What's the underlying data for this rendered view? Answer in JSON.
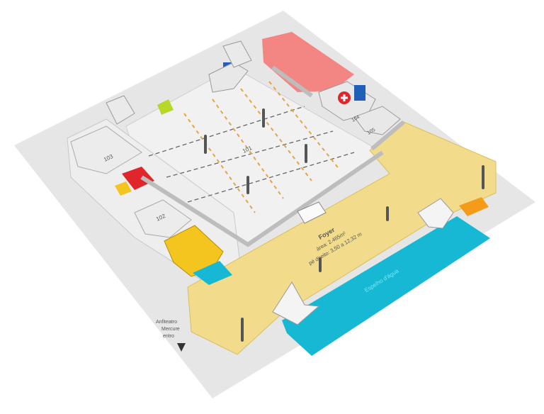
{
  "plan": {
    "rooms": {
      "r101": "101",
      "r102": "102",
      "r103": "103",
      "r104": "104",
      "r105": "105"
    },
    "foyer": {
      "title": "Foyer",
      "area": "área: 2.465m²",
      "height": "pé direito: 3,50 a 12,32 m"
    },
    "water": "Espelho d'água",
    "exit_label": [
      "Anfiteatro",
      "Mercure",
      "entro"
    ],
    "colors": {
      "foyer": "#f2dc8c",
      "water": "#17b8d4",
      "red_zone": "#f47a78",
      "restroom_red": "#e0262b",
      "restroom_yellow": "#f5c51f",
      "lime": "#b5d82a",
      "blue": "#1e5fb8",
      "orange": "#f59b1a",
      "floor": "#ececec",
      "base": "#e5e5e5"
    },
    "icons": [
      "first-aid-icon",
      "exit-arrow-icon",
      "escalator-icon"
    ]
  }
}
